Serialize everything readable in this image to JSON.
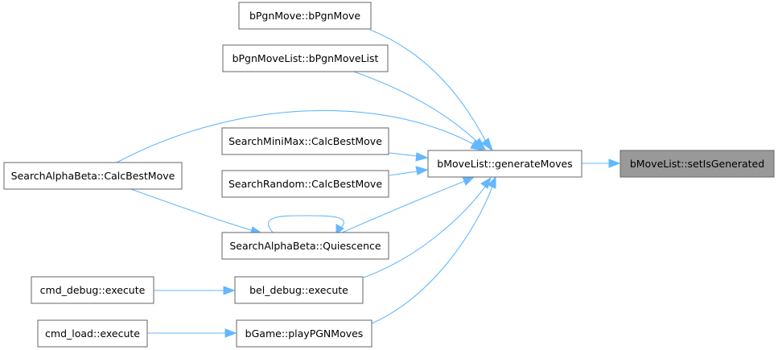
{
  "graph": {
    "target": {
      "label": "bMoveList::setIsGenerated"
    },
    "hub": {
      "label": "bMoveList::generateMoves"
    },
    "callers": {
      "pgn_move": {
        "label": "bPgnMove::bPgnMove"
      },
      "pgn_move_list": {
        "label": "bPgnMoveList::bPgnMoveList"
      },
      "minimax": {
        "label": "SearchMiniMax::CalcBestMove"
      },
      "random": {
        "label": "SearchRandom::CalcBestMove"
      },
      "alphabeta": {
        "label": "SearchAlphaBeta::CalcBestMove"
      },
      "quiescence": {
        "label": "SearchAlphaBeta::Quiescence"
      },
      "bel_debug": {
        "label": "bel_debug::execute"
      },
      "cmd_debug": {
        "label": "cmd_debug::execute"
      },
      "play_pgn": {
        "label": "bGame::playPGNMoves"
      },
      "cmd_load": {
        "label": "cmd_load::execute"
      }
    },
    "colors": {
      "edge": "#63b8ff",
      "node_border": "#666666",
      "highlight_fill": "#999999",
      "background": "#ffffff"
    }
  }
}
